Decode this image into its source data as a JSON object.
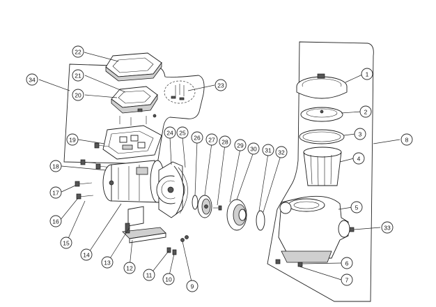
{
  "diagram": {
    "callouts": [
      {
        "id": "c1",
        "label": "1"
      },
      {
        "id": "c2",
        "label": "2"
      },
      {
        "id": "c3",
        "label": "3"
      },
      {
        "id": "c4",
        "label": "4"
      },
      {
        "id": "c5",
        "label": "5"
      },
      {
        "id": "c6",
        "label": "6"
      },
      {
        "id": "c7",
        "label": "7"
      },
      {
        "id": "c8",
        "label": "8"
      },
      {
        "id": "c9",
        "label": "9"
      },
      {
        "id": "c10",
        "label": "10"
      },
      {
        "id": "c11",
        "label": "11"
      },
      {
        "id": "c12",
        "label": "12"
      },
      {
        "id": "c13",
        "label": "13"
      },
      {
        "id": "c14",
        "label": "14"
      },
      {
        "id": "c15",
        "label": "15"
      },
      {
        "id": "c16",
        "label": "16"
      },
      {
        "id": "c17",
        "label": "17"
      },
      {
        "id": "c18",
        "label": "18"
      },
      {
        "id": "c19",
        "label": "19"
      },
      {
        "id": "c20",
        "label": "20"
      },
      {
        "id": "c21",
        "label": "21"
      },
      {
        "id": "c22",
        "label": "22"
      },
      {
        "id": "c23",
        "label": "23"
      },
      {
        "id": "c24",
        "label": "24"
      },
      {
        "id": "c25",
        "label": "25"
      },
      {
        "id": "c26",
        "label": "26"
      },
      {
        "id": "c27",
        "label": "27"
      },
      {
        "id": "c28",
        "label": "28"
      },
      {
        "id": "c29",
        "label": "29"
      },
      {
        "id": "c30",
        "label": "30"
      },
      {
        "id": "c31",
        "label": "31"
      },
      {
        "id": "c32",
        "label": "32"
      },
      {
        "id": "c33",
        "label": "33"
      },
      {
        "id": "c34",
        "label": "34"
      }
    ]
  }
}
